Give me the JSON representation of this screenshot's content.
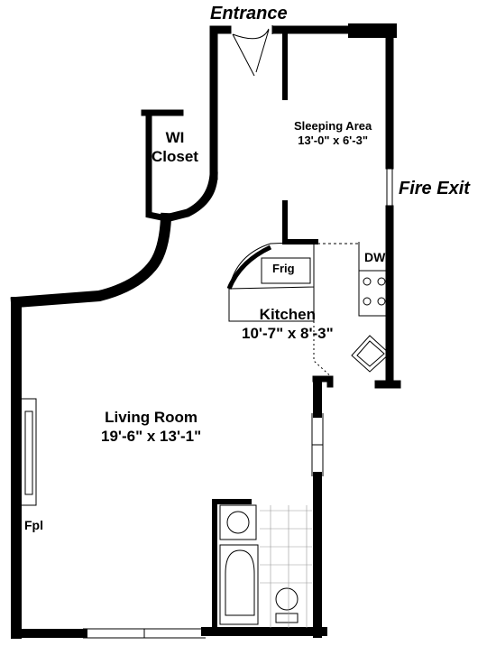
{
  "entrance_label": "Entrance",
  "fire_exit_label": "Fire Exit",
  "closet": {
    "line1": "WI",
    "line2": "Closet"
  },
  "sleeping_area": {
    "name": "Sleeping Area",
    "dims": "13'-0\" x 6'-3\""
  },
  "kitchen": {
    "name": "Kitchen",
    "dims": "10'-7\" x 8'-3\""
  },
  "living_room": {
    "name": "Living Room",
    "dims": "19'-6\" x 13'-1\""
  },
  "frig_label": "Frig",
  "dw_label": "DW",
  "fpl_label": "Fpl",
  "colors": {
    "wall": "#000000",
    "fixture": "#555555",
    "background": "#ffffff"
  }
}
